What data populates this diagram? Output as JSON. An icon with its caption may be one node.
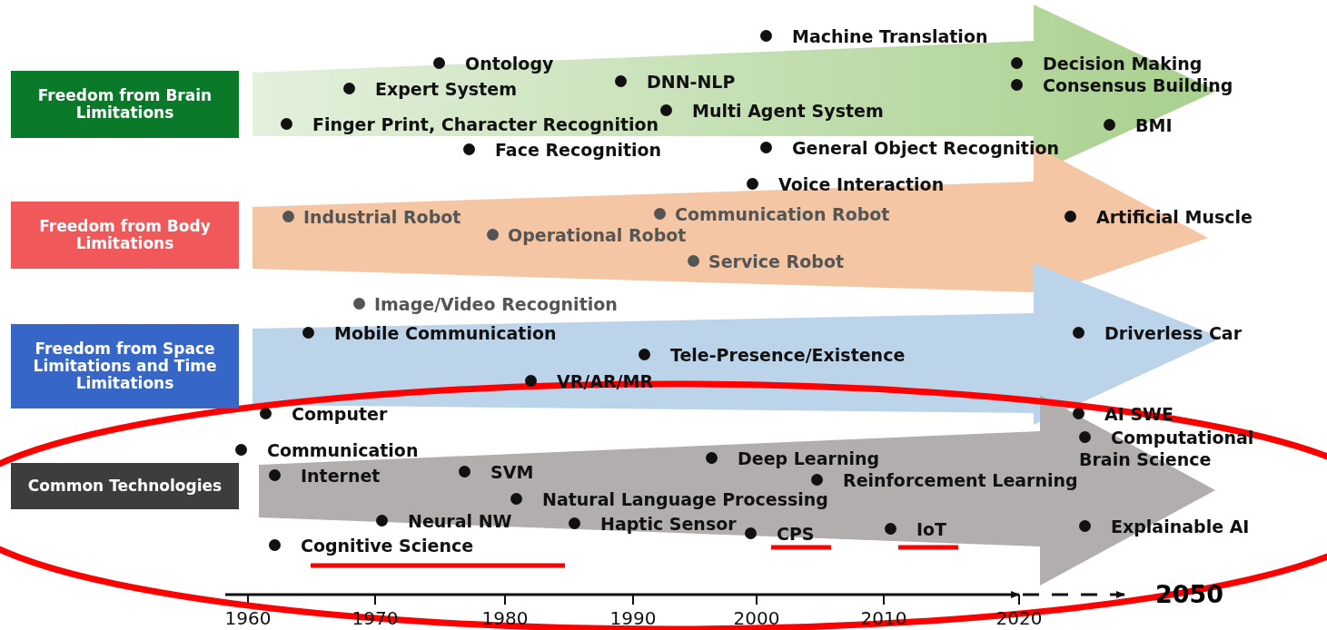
{
  "diagram": {
    "nodes": [
      {
        "text": [
          "Freedom from Brain Limitations"
        ]
      },
      {
        "text": [
          "Freedom from Body Limitations"
        ]
      },
      {
        "text": [
          "Freedom from Space Limitations and Time Limitations"
        ]
      },
      {
        "text": [
          "Common Technologies"
        ]
      }
    ],
    "labels": [
      "Machine Translation",
      "Ontology",
      "Decision Making",
      "DNN-NLP",
      "Expert System",
      "Consensus Building",
      "Multi Agent System",
      "Finger Print, Character Recognition",
      "BMI",
      "Face Recognition",
      "General Object Recognition",
      "Voice Interaction",
      "Industrial Robot",
      "Communication Robot",
      "Artificial Muscle",
      "Operational Robot",
      "Service Robot",
      "Image/Video Recognition",
      "Mobile Communication",
      "Driverless Car",
      "Tele-Presence/Existence",
      "VR/AR/MR",
      "Computer",
      "AI SWE",
      "Communication",
      "Computational Brain Science",
      "Deep Learning",
      "Internet",
      "SVM",
      "Reinforcement Learning",
      "Natural Language Processing",
      "Neural NW",
      "Haptic Sensor",
      "Cognitive Science",
      "CPS",
      "IoT",
      "Explainable AI",
      "1960",
      "1970",
      "1980",
      "1990",
      "2000",
      "2010",
      "2020",
      "2050"
    ]
  }
}
